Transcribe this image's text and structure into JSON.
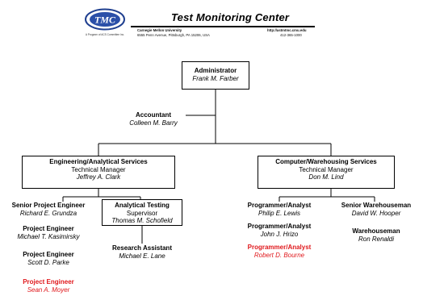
{
  "header": {
    "logo_text": "TMC",
    "logo_tagline": "A Program of ACS Committee Inc.",
    "title": "Test Monitoring Center",
    "address_line1": "Carnegie Mellon University",
    "address_line2": "6555 Penn Avenue, Pittsburgh, PA 15206, USA",
    "website": "http://astmtmc.cmu.edu",
    "phone": "412-365-1000"
  },
  "colors": {
    "line": "#000000",
    "open_position": "#e0181c"
  },
  "org": {
    "administrator": {
      "title": "Administrator",
      "name": "Frank M. Farber"
    },
    "accountant": {
      "title": "Accountant",
      "name": "Colleen M. Barry"
    },
    "engineering": {
      "title": "Engineering/Analytical Services",
      "role": "Technical Manager",
      "name": "Jeffrey A. Clark"
    },
    "computer": {
      "title": "Computer/Warehousing Services",
      "role": "Technical Manager",
      "name": "Don M. Lind"
    },
    "analytical_testing": {
      "title": "Analytical Testing",
      "role": "Supervisor",
      "name": "Thomas M. Schofield"
    },
    "research_assistant": {
      "title": "Research Assistant",
      "name": "Michael E. Lane"
    },
    "engineers": [
      {
        "title": "Senior Project Engineer",
        "name": "Richard E. Grundza"
      },
      {
        "title": "Project Engineer",
        "name": "Michael T. Kasimirsky"
      },
      {
        "title": "Project Engineer",
        "name": "Scott D. Parke"
      },
      {
        "title": "Project Engineer",
        "name": "Sean A. Moyer"
      }
    ],
    "programmers": [
      {
        "title": "Programmer/Analyst",
        "name": "Philip E. Lewis"
      },
      {
        "title": "Programmer/Analyst",
        "name": "John J. Hrizo"
      },
      {
        "title": "Programmer/Analyst",
        "name": "Robert D. Bourne"
      }
    ],
    "warehouse": [
      {
        "title": "Senior Warehouseman",
        "name": "David W. Hooper"
      },
      {
        "title": "Warehouseman",
        "name": "Ron Renaldi"
      }
    ]
  }
}
